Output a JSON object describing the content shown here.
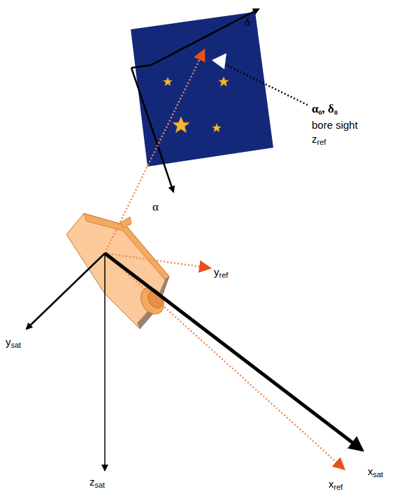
{
  "diagram": {
    "labels": [
      "δ",
      "α",
      "α₀, δ₀",
      "bore sight",
      "zref",
      "yref",
      "ysat",
      "zsat",
      "xsat",
      "xref"
    ]
  }
}
